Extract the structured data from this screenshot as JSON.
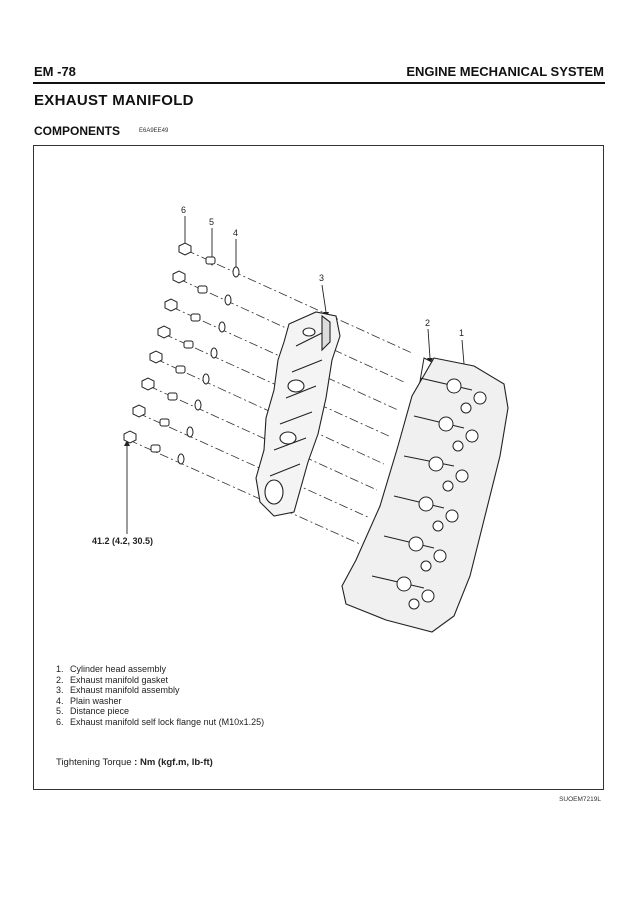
{
  "header": {
    "page_number": "EM -78",
    "section": "ENGINE MECHANICAL SYSTEM"
  },
  "title": "EXHAUST  MANIFOLD",
  "subtitle": "COMPONENTS",
  "doc_code": "E6A9EE49",
  "diagram": {
    "callouts": [
      "6",
      "5",
      "4",
      "3",
      "2",
      "1"
    ],
    "torque_value": "41.2 (4.2, 30.5)"
  },
  "legend": [
    {
      "num": "1.",
      "text": "Cylinder head assembly"
    },
    {
      "num": "2.",
      "text": "Exhaust manifold gasket"
    },
    {
      "num": "3.",
      "text": "Exhaust manifold assembly"
    },
    {
      "num": "4.",
      "text": "Plain washer"
    },
    {
      "num": "5.",
      "text": "Distance piece"
    },
    {
      "num": "6.",
      "text": "Exhaust manifold self lock flange nut (M10x1.25)"
    }
  ],
  "torque_note": {
    "label": "Tightening Torque",
    "separator": " : ",
    "unit": "Nm (kgf.m, lb-ft)"
  },
  "figure_code": "SUOEM7219L"
}
